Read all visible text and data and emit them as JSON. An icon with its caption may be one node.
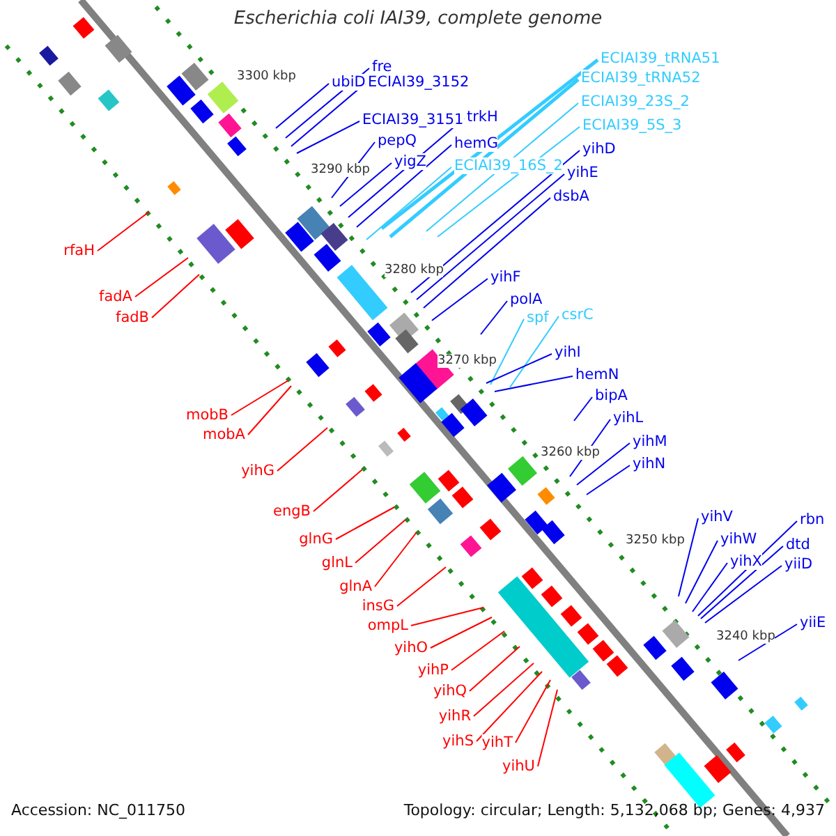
{
  "diagram": {
    "title": "Escherichia coli IAI39, complete genome",
    "nodes": [
      {
        "text": [
          "fre"
        ]
      },
      {
        "text": [
          "ubiD"
        ]
      },
      {
        "text": [
          "ECIAI39_3152"
        ]
      },
      {
        "text": [
          "ECIAI39_3151"
        ]
      },
      {
        "text": [
          "pepQ"
        ]
      },
      {
        "text": [
          "trkH"
        ]
      },
      {
        "text": [
          "yigZ"
        ]
      },
      {
        "text": [
          "hemG"
        ]
      },
      {
        "text": [
          "ECIAI39_16S_2"
        ]
      },
      {
        "text": [
          "ECIAI39_tRNA51"
        ]
      },
      {
        "text": [
          "ECIAI39_tRNA52"
        ]
      },
      {
        "text": [
          "ECIAI39_23S_2"
        ]
      },
      {
        "text": [
          "ECIAI39_5S_3"
        ]
      },
      {
        "text": [
          "yihD"
        ]
      },
      {
        "text": [
          "yihE"
        ]
      },
      {
        "text": [
          "dsbA"
        ]
      },
      {
        "text": [
          "yihF"
        ]
      },
      {
        "text": [
          "polA"
        ]
      },
      {
        "text": [
          "spf"
        ]
      },
      {
        "text": [
          "csrC"
        ]
      },
      {
        "text": [
          "yihI"
        ]
      },
      {
        "text": [
          "hemN"
        ]
      },
      {
        "text": [
          "bipA"
        ]
      },
      {
        "text": [
          "yihL"
        ]
      },
      {
        "text": [
          "yihM"
        ]
      },
      {
        "text": [
          "yihN"
        ]
      },
      {
        "text": [
          "yihV"
        ]
      },
      {
        "text": [
          "yihW"
        ]
      },
      {
        "text": [
          "yihX"
        ]
      },
      {
        "text": [
          "rbn"
        ]
      },
      {
        "text": [
          "dtd"
        ]
      },
      {
        "text": [
          "yiiD"
        ]
      },
      {
        "text": [
          "yiiE"
        ]
      },
      {
        "text": [
          "rfaH"
        ]
      },
      {
        "text": [
          "fadA"
        ]
      },
      {
        "text": [
          "fadB"
        ]
      },
      {
        "text": [
          "mobB"
        ]
      },
      {
        "text": [
          "mobA"
        ]
      },
      {
        "text": [
          "yihG"
        ]
      },
      {
        "text": [
          "engB"
        ]
      },
      {
        "text": [
          "glnG"
        ]
      },
      {
        "text": [
          "glnL"
        ]
      },
      {
        "text": [
          "glnA"
        ]
      },
      {
        "text": [
          "insG"
        ]
      },
      {
        "text": [
          "ompL"
        ]
      },
      {
        "text": [
          "yihO"
        ]
      },
      {
        "text": [
          "yihP"
        ]
      },
      {
        "text": [
          "yihQ"
        ]
      },
      {
        "text": [
          "yihR"
        ]
      },
      {
        "text": [
          "yihS"
        ]
      },
      {
        "text": [
          "yihT"
        ]
      },
      {
        "text": [
          "yihU"
        ]
      }
    ],
    "edges": [
      {
        "from": 0,
        "to": null,
        "arrow": "none"
      },
      {
        "from": 1,
        "to": null,
        "arrow": "none"
      },
      {
        "from": 2,
        "to": null,
        "arrow": "none"
      },
      {
        "from": 3,
        "to": null,
        "arrow": "none"
      },
      {
        "from": 4,
        "to": null,
        "arrow": "none"
      },
      {
        "from": 5,
        "to": null,
        "arrow": "none"
      },
      {
        "from": 6,
        "to": null,
        "arrow": "none"
      },
      {
        "from": 7,
        "to": null,
        "arrow": "none"
      },
      {
        "from": 8,
        "to": null,
        "arrow": "none",
        "color": "#33ccff"
      },
      {
        "from": 9,
        "to": null,
        "arrow": "none",
        "color": "#33ccff",
        "style": "thick"
      },
      {
        "from": 10,
        "to": null,
        "arrow": "none",
        "color": "#33ccff",
        "style": "thick"
      },
      {
        "from": 11,
        "to": null,
        "arrow": "none",
        "color": "#33ccff"
      },
      {
        "from": 12,
        "to": null,
        "arrow": "none",
        "color": "#33ccff"
      },
      {
        "from": 13,
        "to": null,
        "arrow": "none"
      },
      {
        "from": 14,
        "to": null,
        "arrow": "none"
      },
      {
        "from": 15,
        "to": null,
        "arrow": "none"
      },
      {
        "from": 16,
        "to": null,
        "arrow": "none"
      },
      {
        "from": 17,
        "to": null,
        "arrow": "none"
      },
      {
        "from": 18,
        "to": null,
        "arrow": "none",
        "color": "#33ccff"
      },
      {
        "from": 19,
        "to": null,
        "arrow": "none",
        "color": "#33ccff"
      },
      {
        "from": 20,
        "to": null,
        "arrow": "none"
      },
      {
        "from": 21,
        "to": null,
        "arrow": "none"
      },
      {
        "from": 22,
        "to": null,
        "arrow": "none"
      },
      {
        "from": 23,
        "to": null,
        "arrow": "none"
      },
      {
        "from": 24,
        "to": null,
        "arrow": "none"
      },
      {
        "from": 25,
        "to": null,
        "arrow": "none"
      },
      {
        "from": 26,
        "to": null,
        "arrow": "none"
      },
      {
        "from": 27,
        "to": null,
        "arrow": "none"
      },
      {
        "from": 28,
        "to": null,
        "arrow": "none"
      },
      {
        "from": 29,
        "to": null,
        "arrow": "none"
      },
      {
        "from": 30,
        "to": null,
        "arrow": "none"
      },
      {
        "from": 31,
        "to": null,
        "arrow": "none"
      },
      {
        "from": 32,
        "to": null,
        "arrow": "none"
      },
      {
        "from": 33,
        "to": null,
        "arrow": "none",
        "color": "#ff0000"
      },
      {
        "from": 34,
        "to": null,
        "arrow": "none",
        "color": "#ff0000"
      },
      {
        "from": 35,
        "to": null,
        "arrow": "none",
        "color": "#ff0000"
      },
      {
        "from": 36,
        "to": null,
        "arrow": "none",
        "color": "#ff0000"
      },
      {
        "from": 37,
        "to": null,
        "arrow": "none",
        "color": "#ff0000"
      },
      {
        "from": 38,
        "to": null,
        "arrow": "none",
        "color": "#ff0000"
      },
      {
        "from": 39,
        "to": null,
        "arrow": "none",
        "color": "#ff0000"
      },
      {
        "from": 40,
        "to": null,
        "arrow": "none",
        "color": "#ff0000"
      },
      {
        "from": 41,
        "to": null,
        "arrow": "none",
        "color": "#ff0000"
      },
      {
        "from": 42,
        "to": null,
        "arrow": "none",
        "color": "#ff0000"
      },
      {
        "from": 43,
        "to": null,
        "arrow": "none",
        "color": "#ff0000"
      },
      {
        "from": 44,
        "to": null,
        "arrow": "none",
        "color": "#ff0000"
      },
      {
        "from": 45,
        "to": null,
        "arrow": "none",
        "color": "#ff0000"
      },
      {
        "from": 46,
        "to": null,
        "arrow": "none",
        "color": "#ff0000"
      },
      {
        "from": 47,
        "to": null,
        "arrow": "none",
        "color": "#ff0000"
      },
      {
        "from": 48,
        "to": null,
        "arrow": "none",
        "color": "#ff0000"
      },
      {
        "from": 49,
        "to": null,
        "arrow": "none",
        "color": "#ff0000"
      },
      {
        "from": 50,
        "to": null,
        "arrow": "none",
        "color": "#ff0000"
      },
      {
        "from": 51,
        "to": null,
        "arrow": "none",
        "color": "#ff0000"
      }
    ],
    "labels": [
      "3300 kbp",
      "3290 kbp",
      "3280 kbp",
      "3270 kbp",
      "3260 kbp",
      "3250 kbp",
      "3240 kbp",
      "Accession: NC_011750",
      "Topology: circular; Length: 5,132,068 bp; Genes: 4,937"
    ]
  }
}
